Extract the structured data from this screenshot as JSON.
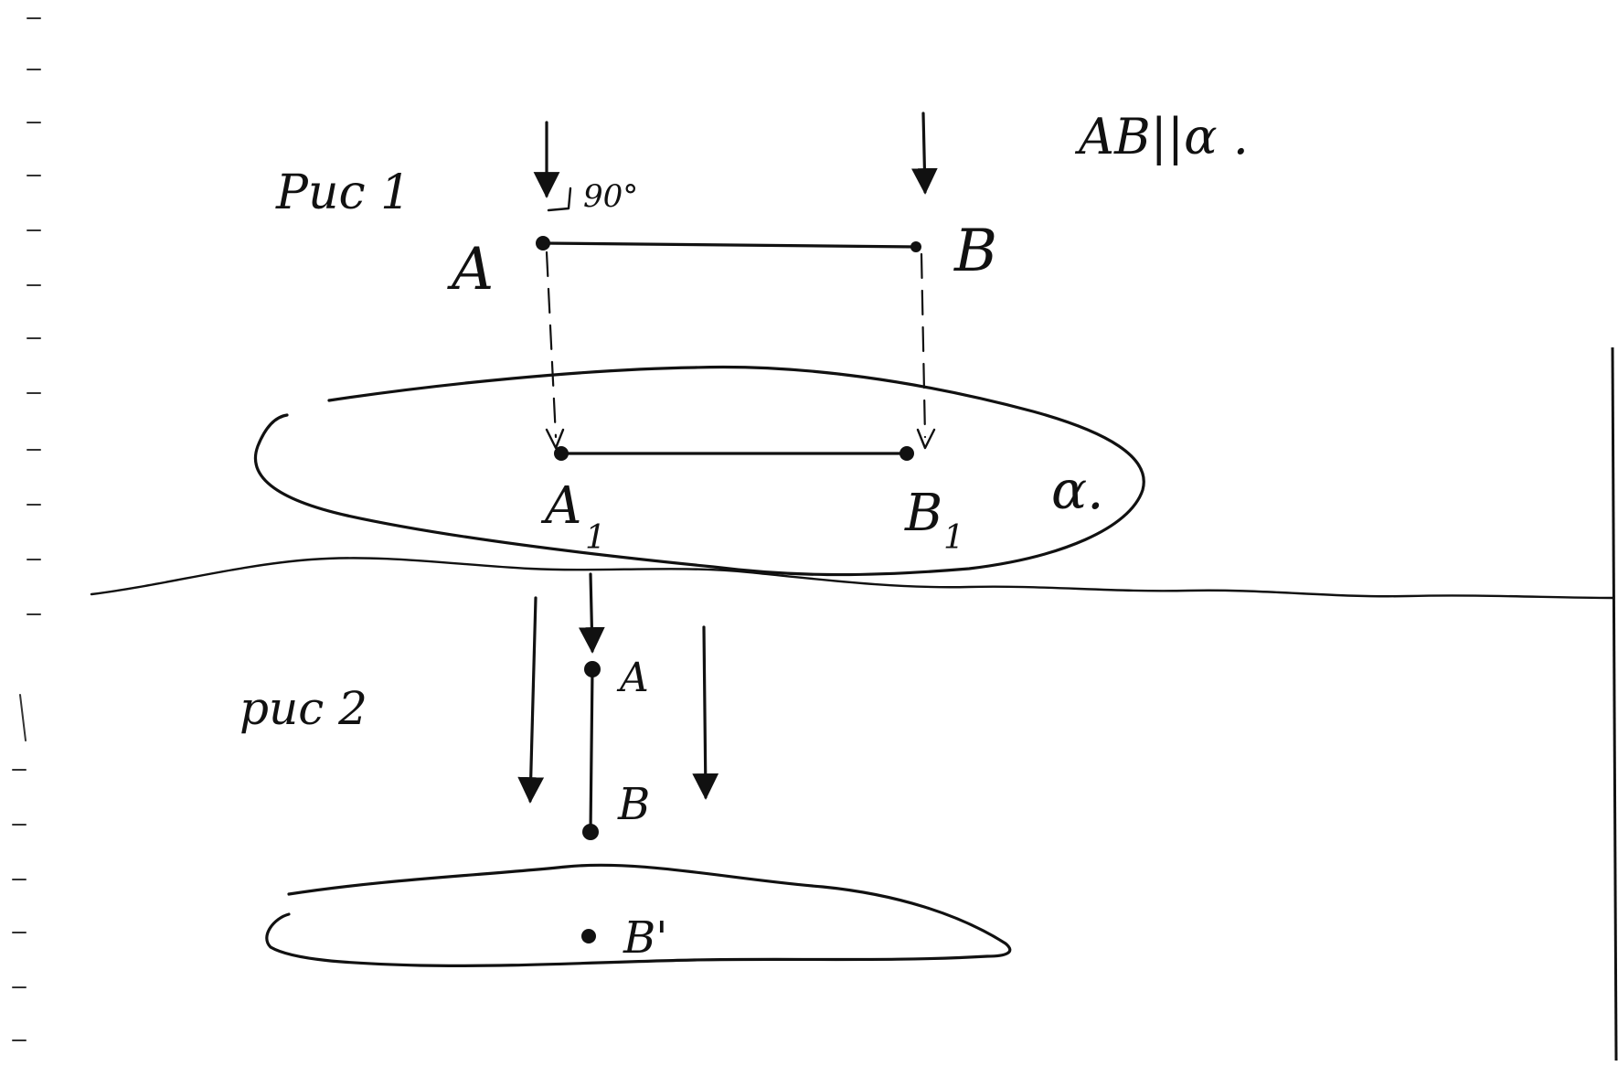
{
  "fig1": {
    "caption": "Рис 1",
    "label_a": "A",
    "label_b": "B",
    "label_a1": "A",
    "label_a1_sub": "1",
    "label_b1": "B",
    "label_b1_sub": "1",
    "angle": "90°",
    "plane": "α.",
    "condition": "AB||α ."
  },
  "fig2": {
    "caption": "рис 2",
    "label_a": "A",
    "label_b": "B",
    "label_b_prime": "B'"
  }
}
